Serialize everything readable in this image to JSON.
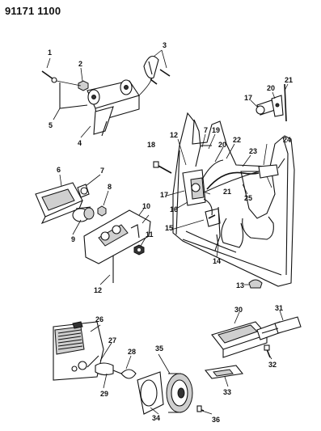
{
  "diagram_code": "91171 1100",
  "callouts": [
    "1",
    "2",
    "3",
    "4",
    "5",
    "6",
    "7",
    "8",
    "9",
    "10",
    "11",
    "12",
    "12",
    "13",
    "14",
    "15",
    "16",
    "17",
    "17",
    "18",
    "19",
    "20",
    "20",
    "21",
    "21",
    "22",
    "23",
    "24",
    "25",
    "26",
    "27",
    "28",
    "29",
    "30",
    "31",
    "32",
    "33",
    "34",
    "35",
    "36",
    "7"
  ]
}
